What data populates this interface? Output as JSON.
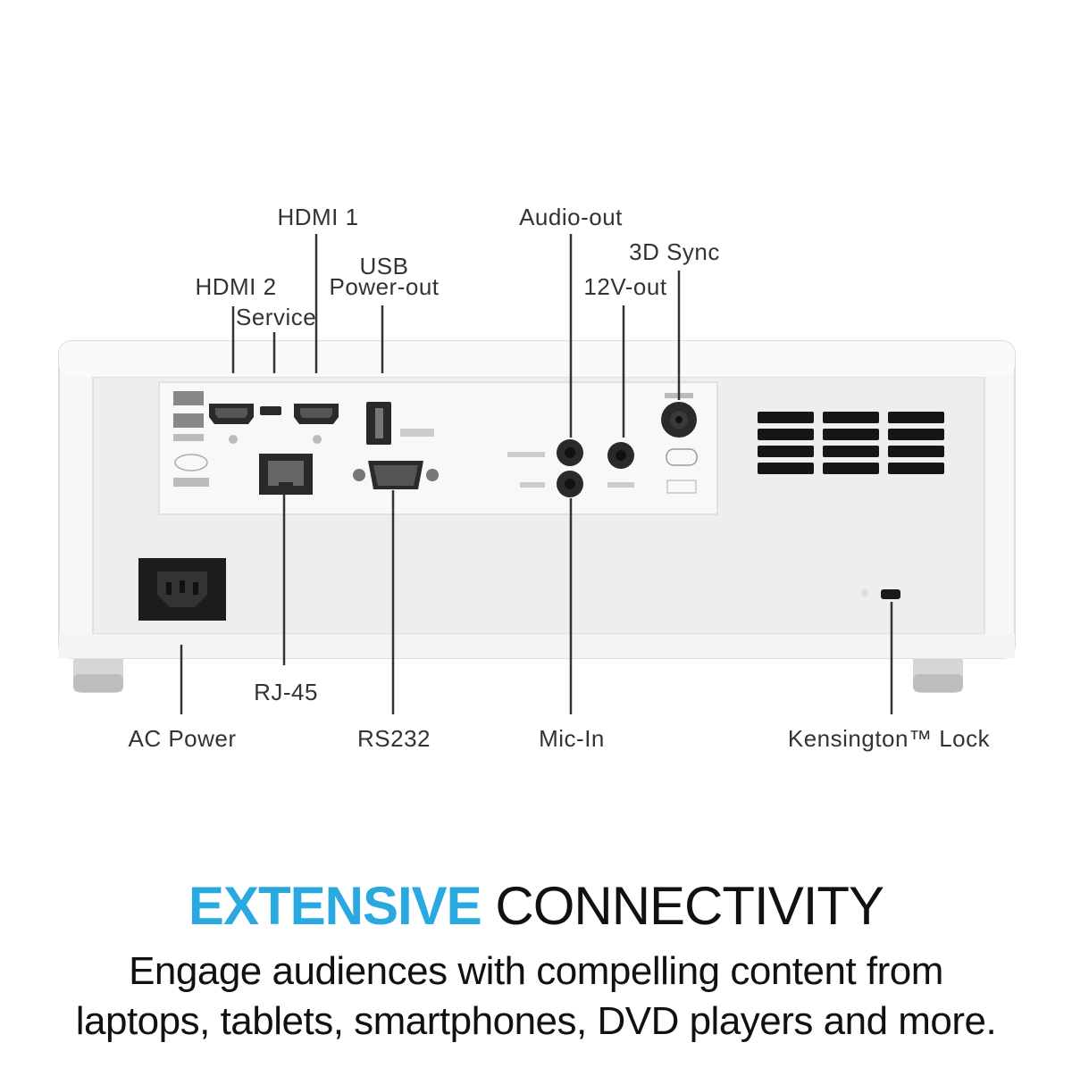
{
  "labels": {
    "hdmi1": "HDMI 1",
    "hdmi2": "HDMI 2",
    "usb_line1": "USB",
    "usb_line2": "Power-out",
    "service": "Service",
    "audio_out": "Audio-out",
    "sync_3d": "3D Sync",
    "v12_out": "12V-out",
    "rj45": "RJ-45",
    "ac_power": "AC Power",
    "rs232": "RS232",
    "mic_in": "Mic-In",
    "kensington": "Kensington™ Lock"
  },
  "headline": {
    "accent": "EXTENSIVE",
    "rest": " CONNECTIVITY",
    "accent_color": "#29a9df"
  },
  "subtext": {
    "line1": "Engage audiences with compelling content from",
    "line2": "laptops, tablets, smartphones, DVD players and more."
  },
  "icons": [
    "hdmi-port-icon",
    "usb-port-icon",
    "rj45-port-icon",
    "db9-port-icon",
    "audio-jack-icon",
    "power-inlet-icon",
    "kensington-slot-icon"
  ]
}
